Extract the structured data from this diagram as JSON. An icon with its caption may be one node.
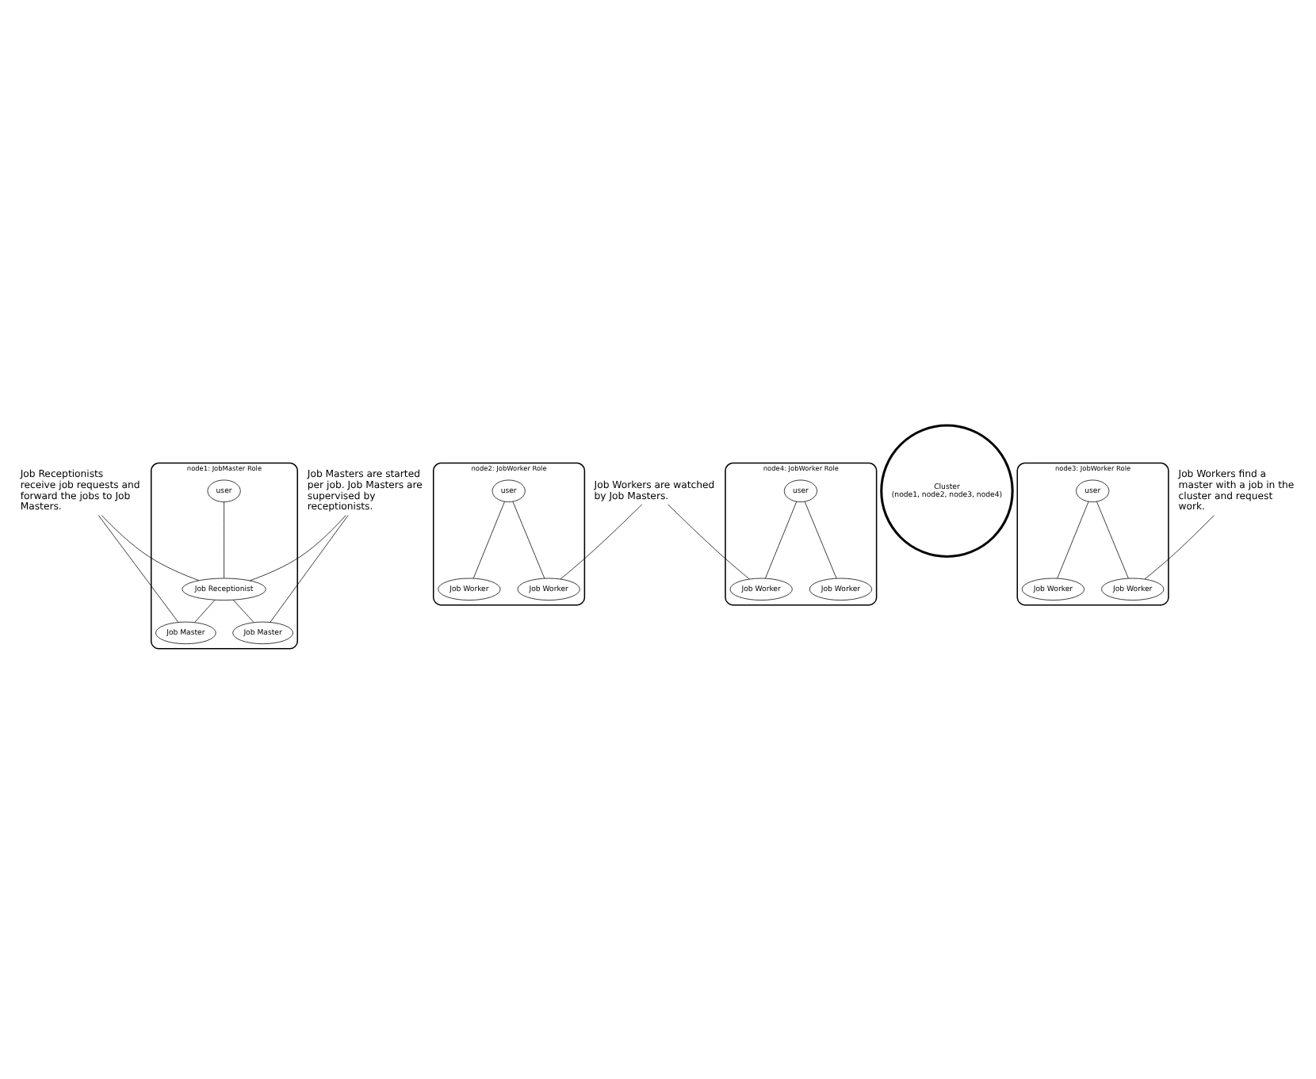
{
  "diagram": {
    "nodes": [
      {
        "text": [
          "node1: JobMaster Role"
        ]
      },
      {
        "text": [
          "user"
        ],
        "in": 0
      },
      {
        "text": [
          "Job Receptionist"
        ],
        "in": 0
      },
      {
        "text": [
          "Job Master"
        ],
        "in": 0
      },
      {
        "text": [
          "Job Master"
        ],
        "in": 0
      },
      {
        "text": [
          "node2: JobWorker Role"
        ]
      },
      {
        "text": [
          "user"
        ],
        "in": 5
      },
      {
        "text": [
          "Job Worker"
        ],
        "in": 5
      },
      {
        "text": [
          "Job Worker"
        ],
        "in": 5
      },
      {
        "text": [
          "Cluster",
          "(node1, node2, node3, node4)"
        ]
      },
      {
        "text": [
          "node3: JobWorker Role"
        ]
      },
      {
        "text": [
          "user"
        ],
        "in": 10
      },
      {
        "text": [
          "Job Worker"
        ],
        "in": 10
      },
      {
        "text": [
          "Job Worker"
        ],
        "in": 10
      },
      {
        "text": [
          "node4: JobWorker Role"
        ]
      },
      {
        "text": [
          "user"
        ],
        "in": 14
      },
      {
        "text": [
          "Job Worker"
        ],
        "in": 14
      },
      {
        "text": [
          "Job Worker"
        ],
        "in": 14
      },
      {
        "text": [
          "Job Receptionists receive job requests and forward the jobs to Job Masters."
        ]
      },
      {
        "text": [
          "Job Masters are started per job. Job Masters are supervised by receptionists."
        ]
      },
      {
        "text": [
          "Job Workers are watched by Job Masters."
        ]
      },
      {
        "text": [
          "Job Workers find a master with a job in the cluster and request work."
        ]
      }
    ],
    "edges": [
      {
        "from": 1,
        "to": 2,
        "arrow": "none"
      },
      {
        "from": 2,
        "to": 3,
        "arrow": "none"
      },
      {
        "from": 2,
        "to": 4,
        "arrow": "none"
      },
      {
        "from": 6,
        "to": 7,
        "arrow": "none"
      },
      {
        "from": 6,
        "to": 8,
        "arrow": "none"
      },
      {
        "from": 11,
        "to": 12,
        "arrow": "none"
      },
      {
        "from": 11,
        "to": 13,
        "arrow": "none"
      },
      {
        "from": 15,
        "to": 16,
        "arrow": "none"
      },
      {
        "from": 15,
        "to": 17,
        "arrow": "none"
      },
      {
        "from": 18,
        "to": 2,
        "arrow": "none"
      },
      {
        "from": 18,
        "to": 3,
        "arrow": "none"
      },
      {
        "from": 19,
        "to": 2,
        "arrow": "none"
      },
      {
        "from": 19,
        "to": 4,
        "arrow": "none"
      },
      {
        "from": 20,
        "to": 8,
        "arrow": "none"
      },
      {
        "from": 20,
        "to": 16,
        "arrow": "none"
      },
      {
        "from": 21,
        "to": 13,
        "arrow": "none"
      }
    ]
  }
}
